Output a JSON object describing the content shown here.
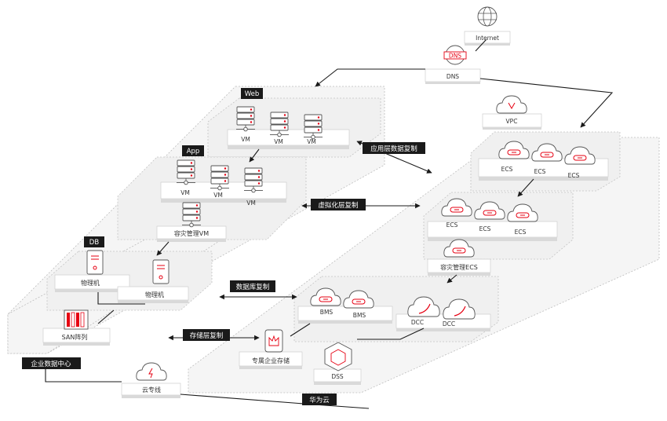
{
  "colors": {
    "accent": "#e60012",
    "tag_bg": "#1a1a1a",
    "line": "#1a1a1a"
  },
  "nodes": {
    "internet": "Internet",
    "dns": "DNS",
    "vpc": "VPC",
    "web_tag": "Web",
    "app_tag": "App",
    "db_tag": "DB",
    "vm": "VM",
    "dr_vm": "容灾管理VM",
    "physical": "物理机",
    "san": "SAN阵列",
    "ecs": "ECS",
    "dr_ecs": "容灾管理ECS",
    "bms": "BMS",
    "dcc": "DCC",
    "dedicated_storage": "专属企业存储",
    "dss": "DSS",
    "cloud_line": "云专线"
  },
  "labels": {
    "app_replication": "应用层数据复制",
    "virtualization_replication": "虚拟化层复制",
    "db_replication": "数据库复制",
    "storage_replication": "存储层复制",
    "enterprise_dc": "企业数据中心",
    "huawei_cloud": "华为云"
  },
  "icons": [
    "globe-icon",
    "dns-icon",
    "server-icon",
    "document-server-icon",
    "san-array-icon",
    "cloud-icon",
    "vpc-icon",
    "crown-icon",
    "cube-icon",
    "bolt-icon"
  ]
}
